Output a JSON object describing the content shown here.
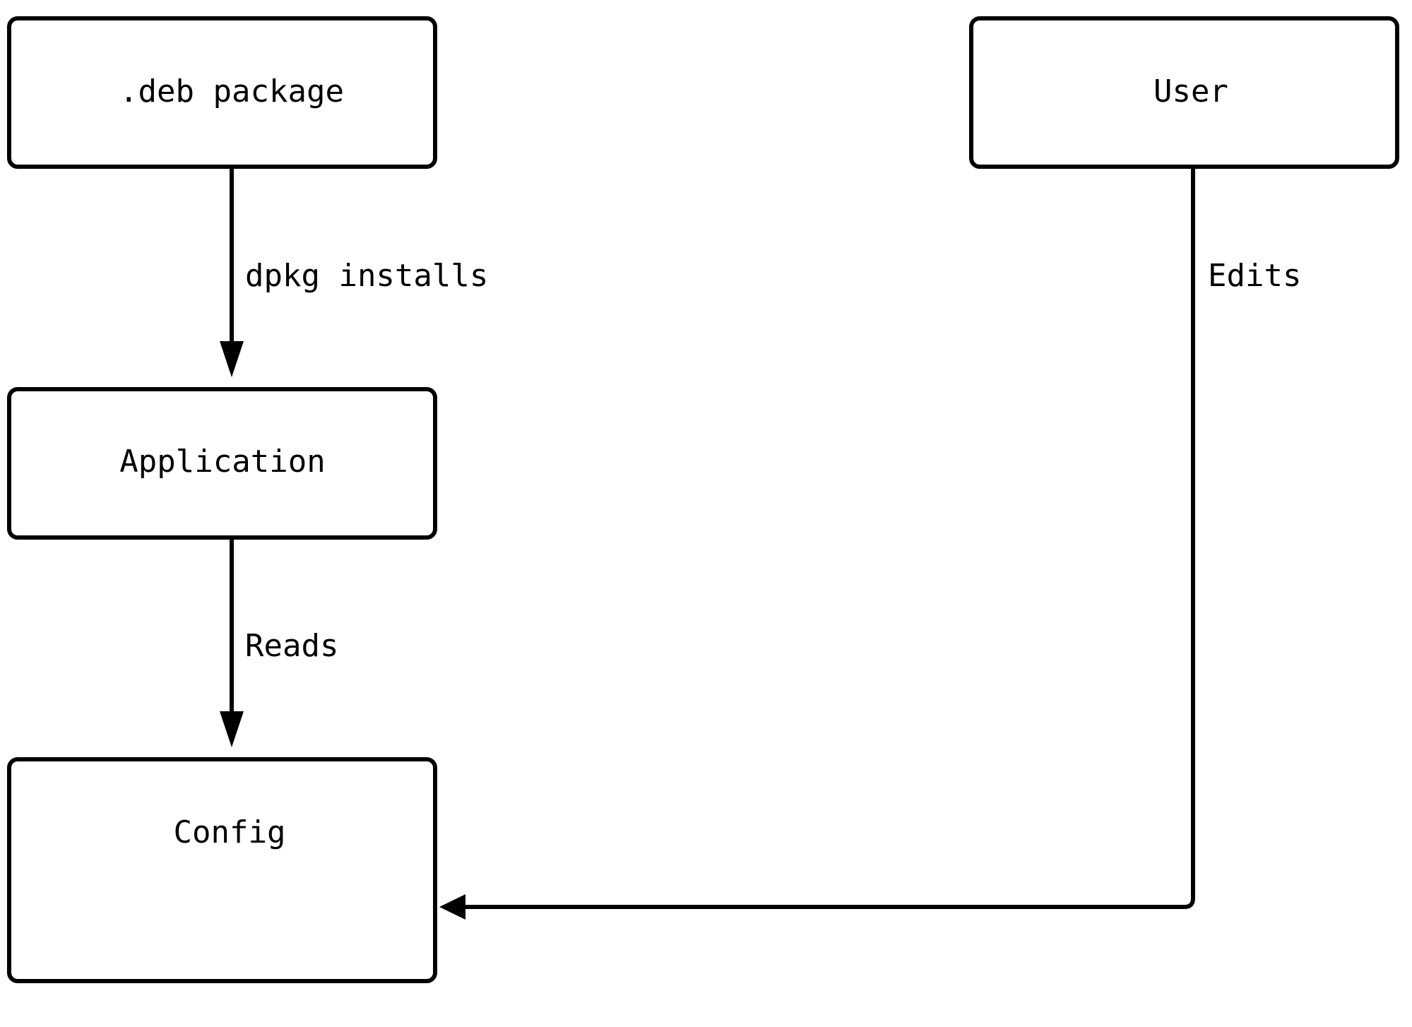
{
  "diagram": {
    "nodes": {
      "deb_package": ".deb package",
      "user": "User",
      "application": "Application",
      "config": "Config"
    },
    "edges": {
      "deb_to_app": "dpkg installs",
      "app_to_config": "Reads",
      "user_to_config": "Edits"
    }
  }
}
